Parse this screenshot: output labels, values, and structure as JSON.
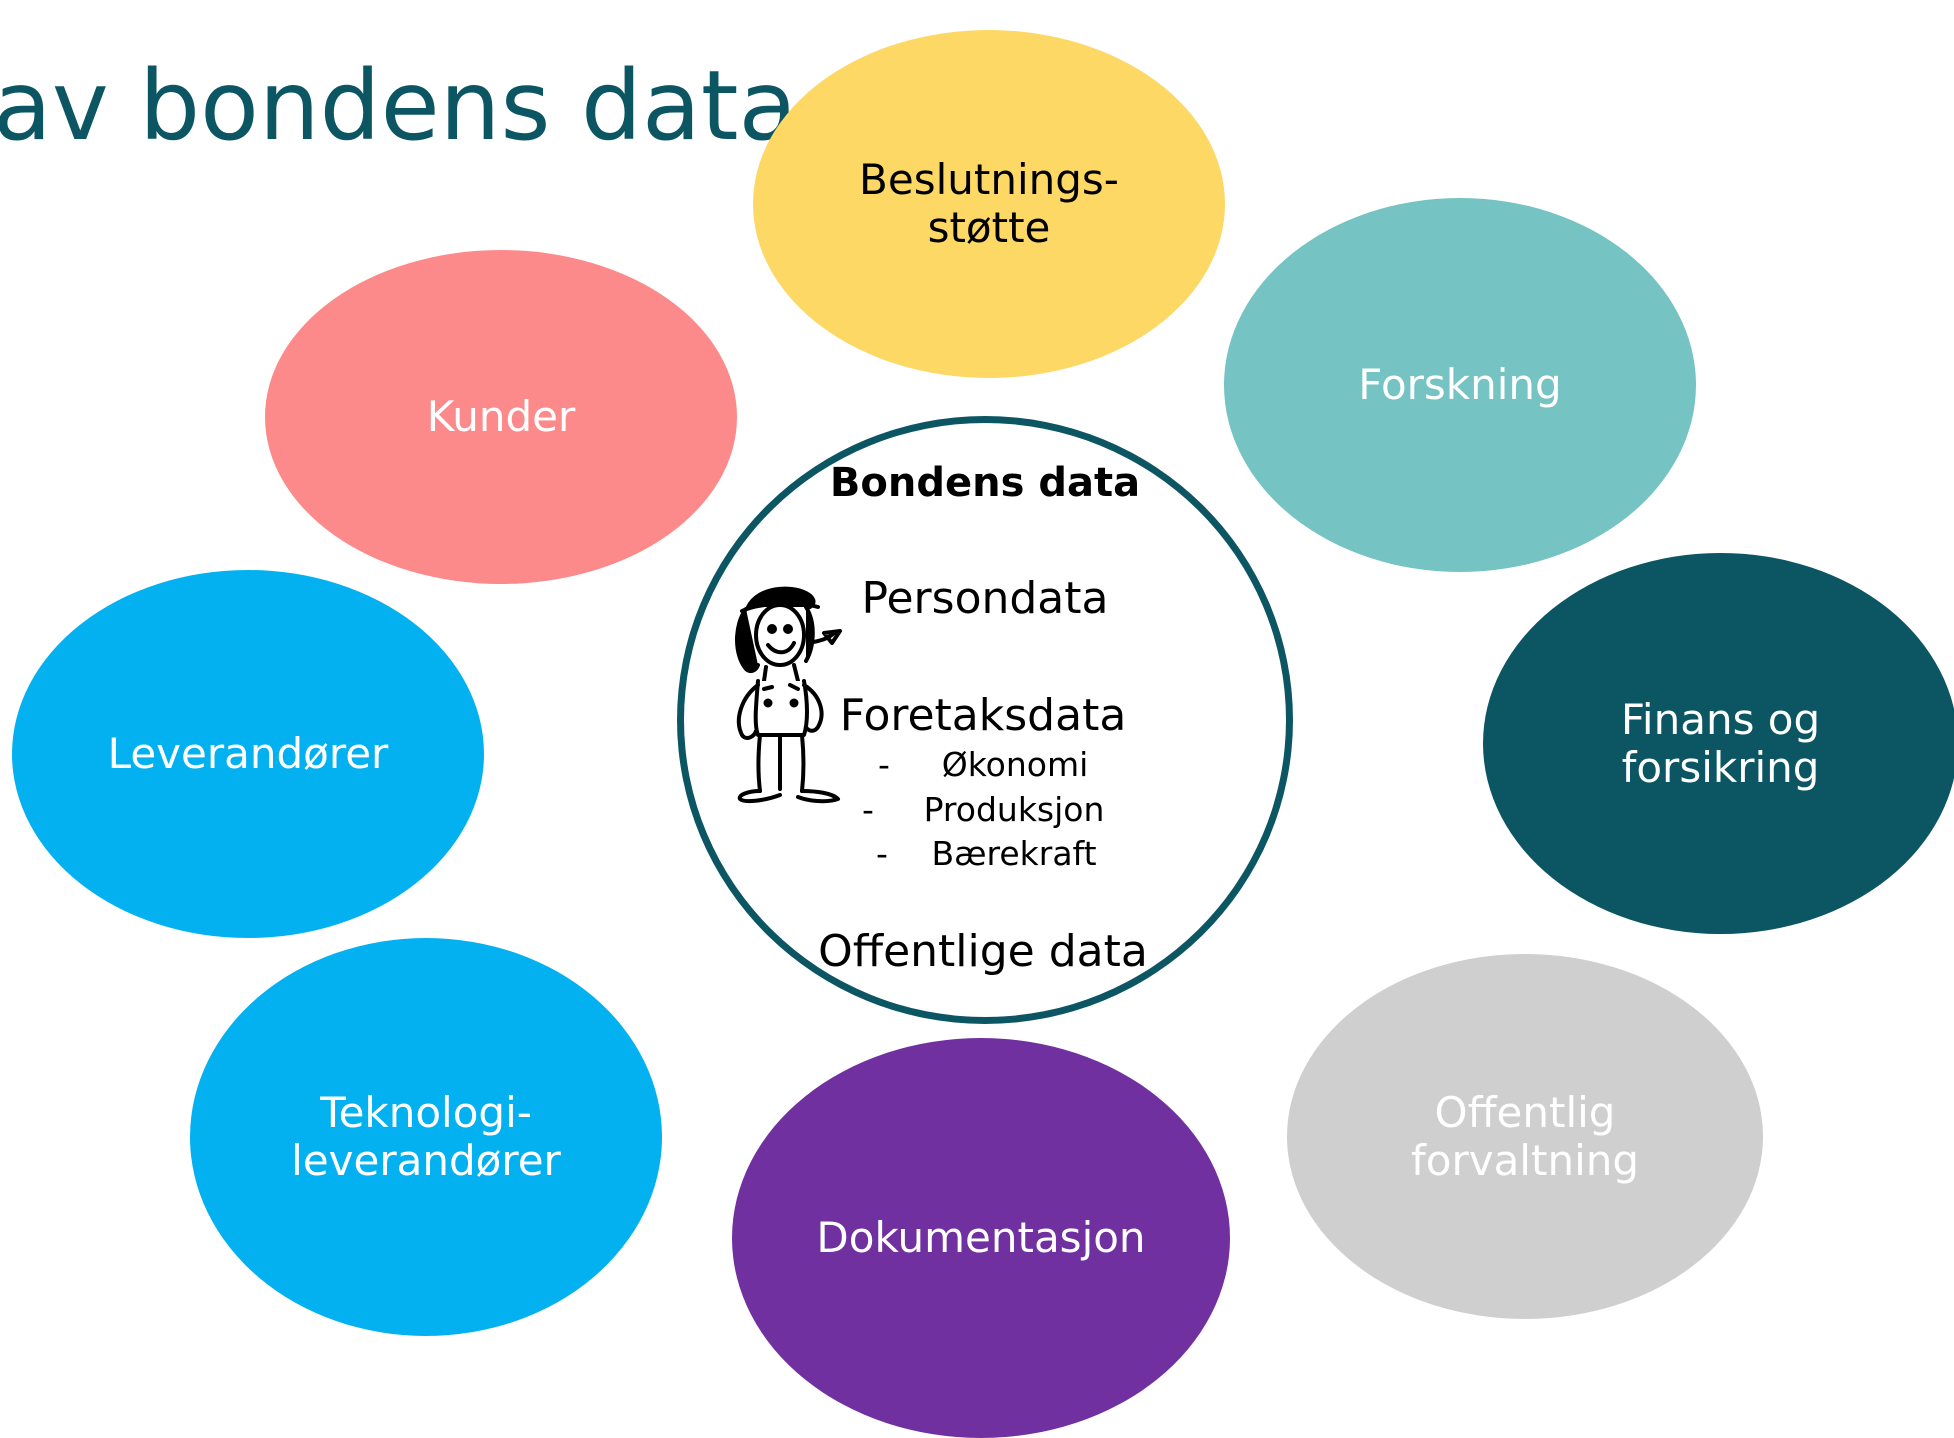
{
  "title": "av bondens data",
  "center": {
    "heading": "Bondens data",
    "persondata": "Persondata",
    "foretaksdata": "Foretaksdata",
    "sub_items": [
      {
        "dash": "-",
        "label": "Økonomi"
      },
      {
        "dash": "-",
        "label": "Produksjon"
      },
      {
        "dash": "-",
        "label": "Bærekraft"
      }
    ],
    "offentlige_data": "Offentlige data",
    "border_color": "#0c5663",
    "figure_icon": "farmer-figure"
  },
  "bubbles": [
    {
      "id": "beslutningsstotte",
      "label": "Beslutnings-\nstøtte",
      "fill": "#fdd865",
      "text_color": "#000000"
    },
    {
      "id": "kunder",
      "label": "Kunder",
      "fill": "#fd8a8a",
      "text_color": "#ffffff"
    },
    {
      "id": "forskning",
      "label": "Forskning",
      "fill": "#75c3c3",
      "text_color": "#ffffff"
    },
    {
      "id": "leverandorer",
      "label": "Leverandører",
      "fill": "#04b1f0",
      "text_color": "#ffffff"
    },
    {
      "id": "finans",
      "label": "Finans og\nforsikring",
      "fill": "#0c5663",
      "text_color": "#ffffff"
    },
    {
      "id": "teknologi",
      "label": "Teknologi-\nleverandører",
      "fill": "#04b1f0",
      "text_color": "#ffffff"
    },
    {
      "id": "offentlig",
      "label": "Offentlig\nforvaltning",
      "fill": "#d0cfcf",
      "text_color": "#ffffff"
    },
    {
      "id": "dokumentasjon",
      "label": "Dokumentasjon",
      "fill": "#7030a0",
      "text_color": "#ffffff"
    }
  ]
}
